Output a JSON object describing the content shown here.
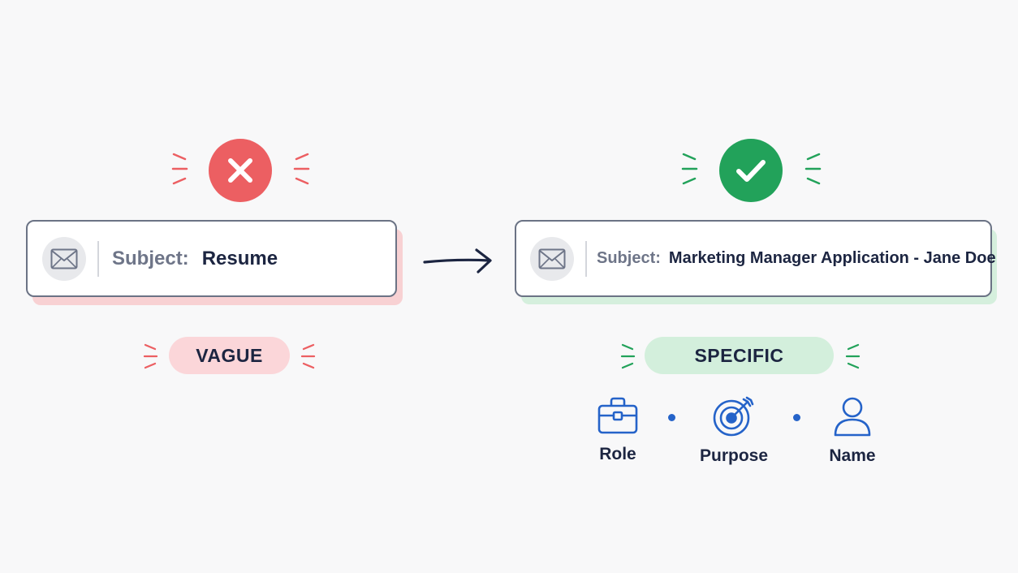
{
  "vague": {
    "subject_label": "Subject:",
    "subject_value": "Resume",
    "badge_label": "VAGUE",
    "status_icon": "x-icon",
    "color": "#ec5f62"
  },
  "specific": {
    "subject_label": "Subject:",
    "subject_value": "Marketing Manager Application - Jane Doe",
    "badge_label": "SPECIFIC",
    "status_icon": "check-icon",
    "color": "#22a25a"
  },
  "features": [
    {
      "label": "Role",
      "icon": "briefcase-icon"
    },
    {
      "label": "Purpose",
      "icon": "target-icon"
    },
    {
      "label": "Name",
      "icon": "person-icon"
    }
  ],
  "colors": {
    "text_dark": "#1c2541",
    "text_muted": "#6e7588",
    "accent_blue": "#2563c9",
    "card_border": "#6b7385"
  }
}
